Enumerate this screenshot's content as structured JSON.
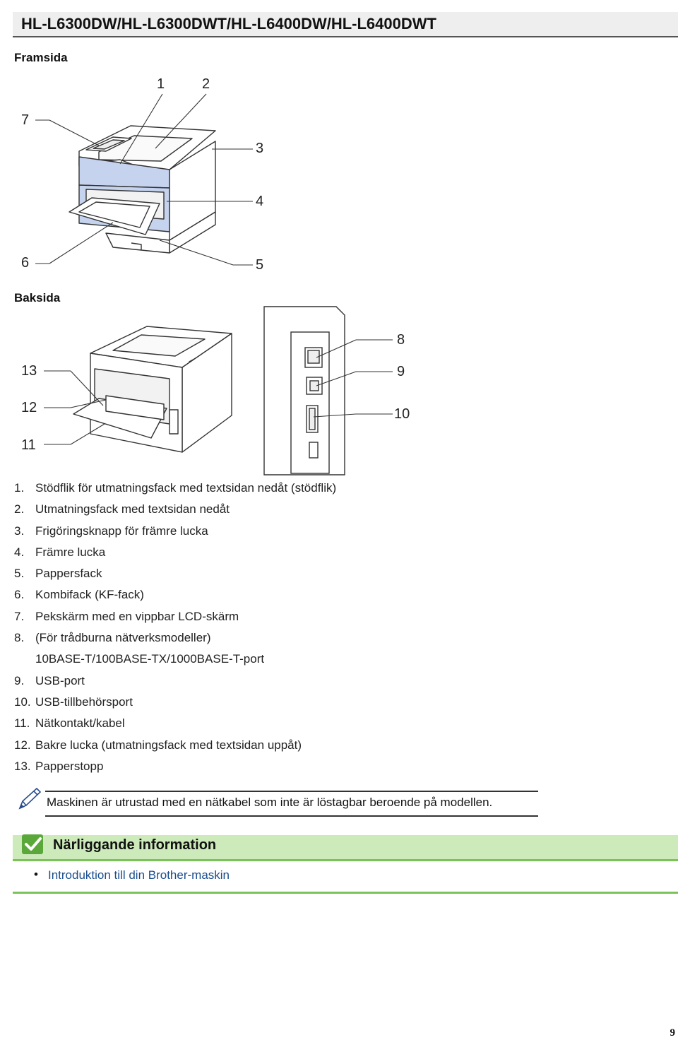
{
  "header": {
    "title": "HL-L6300DW/HL-L6300DWT/HL-L6400DW/HL-L6400DWT"
  },
  "front": {
    "label": "Framsida",
    "callouts": [
      "1",
      "2",
      "3",
      "4",
      "5",
      "6",
      "7"
    ]
  },
  "back": {
    "label": "Baksida",
    "callouts": [
      "8",
      "9",
      "10",
      "11",
      "12",
      "13"
    ]
  },
  "parts": [
    {
      "num": "1.",
      "text": "Stödflik för utmatningsfack med textsidan nedåt (stödflik)"
    },
    {
      "num": "2.",
      "text": "Utmatningsfack med textsidan nedåt"
    },
    {
      "num": "3.",
      "text": "Frigöringsknapp för främre lucka"
    },
    {
      "num": "4.",
      "text": "Främre lucka"
    },
    {
      "num": "5.",
      "text": "Pappersfack"
    },
    {
      "num": "6.",
      "text": "Kombifack (KF-fack)"
    },
    {
      "num": "7.",
      "text": "Pekskärm med en vippbar LCD-skärm"
    },
    {
      "num": "8.",
      "text": "(För trådburna nätverksmodeller)"
    },
    {
      "num": "",
      "text": "10BASE-T/100BASE-TX/1000BASE-T-port"
    },
    {
      "num": "9.",
      "text": "USB-port"
    },
    {
      "num": "10.",
      "text": "USB-tillbehörsport"
    },
    {
      "num": "11.",
      "text": "Nätkontakt/kabel"
    },
    {
      "num": "12.",
      "text": "Bakre lucka (utmatningsfack med textsidan uppåt)"
    },
    {
      "num": "13.",
      "text": "Papperstopp"
    }
  ],
  "note": {
    "icon": "pencil-icon",
    "text": "Maskinen är utrustad med en nätkabel som inte är löstagbar beroende på modellen."
  },
  "related": {
    "icon": "checkmark-icon",
    "title": "Närliggande information",
    "links": [
      "Introduktion till din Brother-maskin"
    ]
  },
  "page_number": "9",
  "colors": {
    "related_bar": "#cdeabb",
    "related_line": "#7cc25a",
    "link": "#1b4d8c",
    "front_door": "#c5d3ee"
  }
}
